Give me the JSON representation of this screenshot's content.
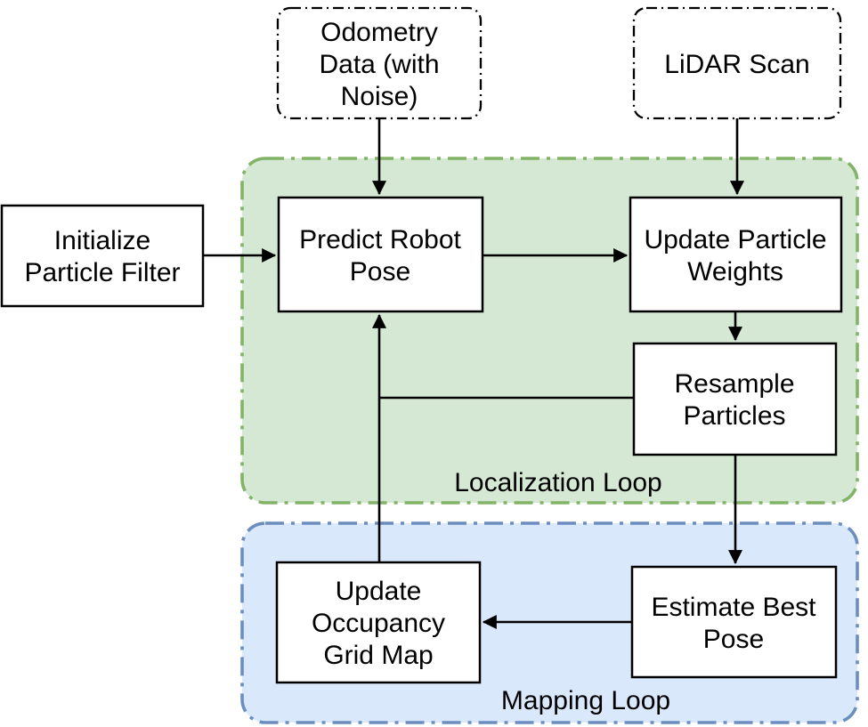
{
  "nodes": {
    "odometry": {
      "lines": [
        "Odometry",
        "Data (with",
        "Noise)"
      ]
    },
    "lidar": {
      "lines": [
        "LiDAR Scan"
      ]
    },
    "init": {
      "lines": [
        "Initialize",
        "Particle Filter"
      ]
    },
    "predict": {
      "lines": [
        "Predict Robot",
        "Pose"
      ]
    },
    "update_weights": {
      "lines": [
        "Update Particle",
        "Weights"
      ]
    },
    "resample": {
      "lines": [
        "Resample",
        "Particles"
      ]
    },
    "estimate": {
      "lines": [
        "Estimate Best",
        "Pose"
      ]
    },
    "update_map": {
      "lines": [
        "Update",
        "Occupancy",
        "Grid Map"
      ]
    }
  },
  "regions": {
    "localization": {
      "label": "Localization Loop",
      "fill": "#d5e8d4",
      "stroke": "#82b366"
    },
    "mapping": {
      "label": "Mapping Loop",
      "fill": "#dae8fc",
      "stroke": "#6c8ebf"
    }
  },
  "colors": {
    "node_fill": "#ffffff",
    "node_stroke": "#000000",
    "arrow": "#000000"
  }
}
